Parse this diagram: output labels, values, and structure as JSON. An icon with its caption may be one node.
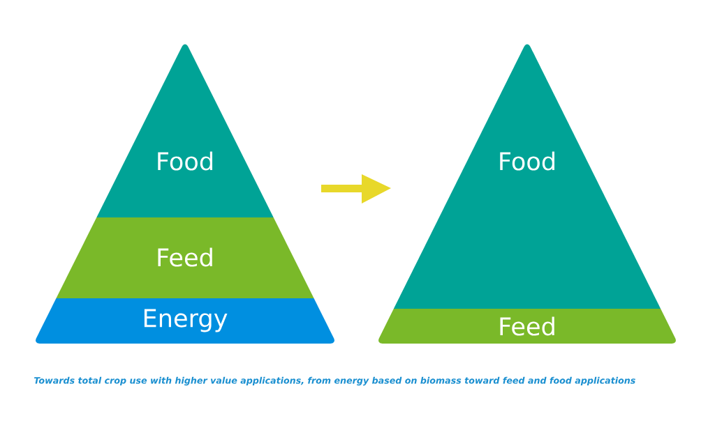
{
  "diagram": {
    "caption": "Towards total crop use with higher value applications, from energy based on biomass toward feed and food applications",
    "nodes": [
      {
        "text": [
          "Food"
        ]
      },
      {
        "text": [
          "Feed"
        ]
      },
      {
        "text": [
          "Energy"
        ]
      },
      {
        "text": [
          "Food"
        ]
      },
      {
        "text": [
          "Feed"
        ]
      }
    ]
  }
}
